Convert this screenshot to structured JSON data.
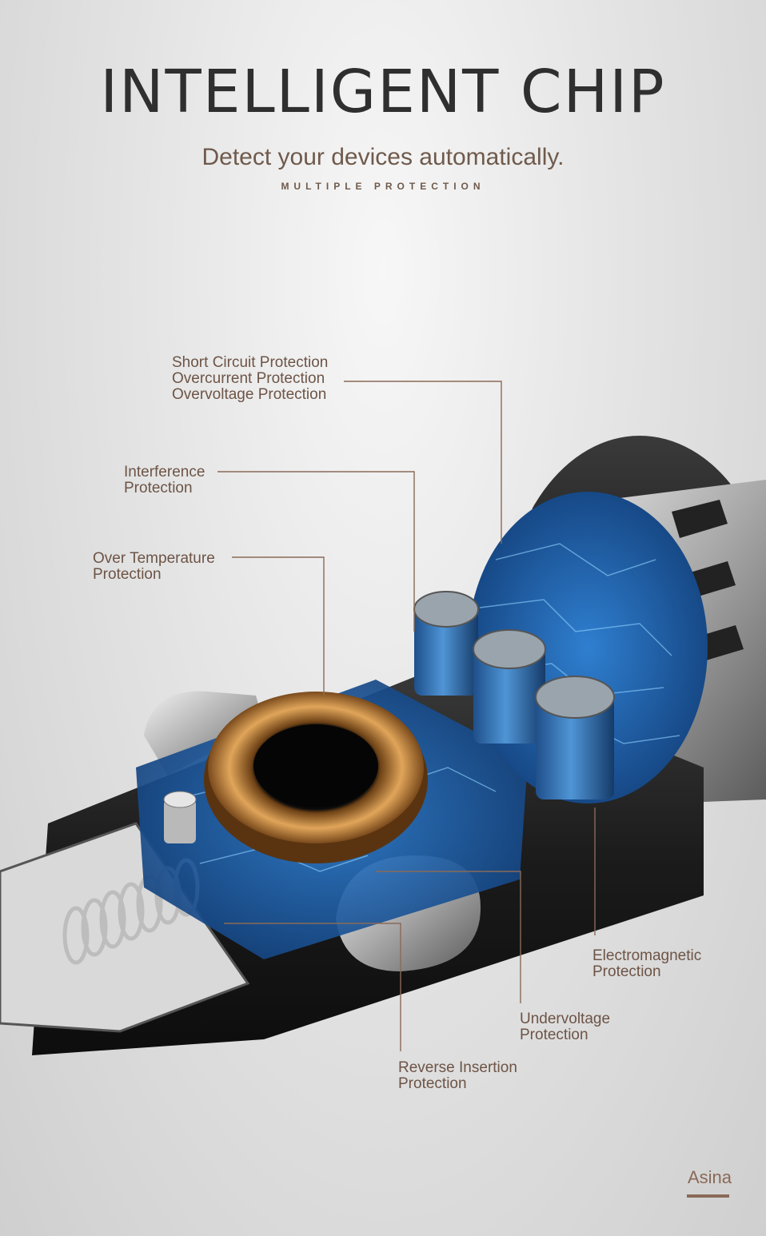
{
  "header": {
    "title": "INTELLIGENT CHIP",
    "subtitle": "Detect your devices automatically.",
    "tagline": "MULTIPLE PROTECTION"
  },
  "callouts": {
    "circuit": "Short Circuit Protection\nOvercurrent Protection\nOvervoltage Protection",
    "interference": "Interference\nProtection",
    "temperature": "Over Temperature\nProtection",
    "electromagnetic": "Electromagnetic\nProtection",
    "undervoltage": "Undervoltage\nProtection",
    "reverse": "Reverse Insertion\nProtection"
  },
  "brand": {
    "name": "Asina"
  },
  "colors": {
    "accent": "#8a6a58",
    "pcb": "#1e5fa8",
    "coil": "#c8893a"
  },
  "icons": [
    "car-charger-cutaway-illustration"
  ]
}
